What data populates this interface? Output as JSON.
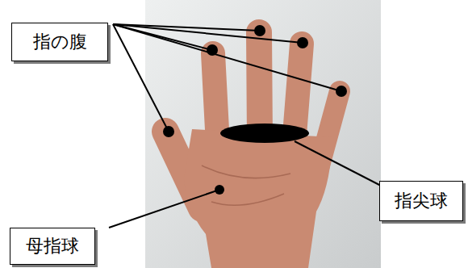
{
  "diagram": {
    "nodes": [
      {
        "text": [
          "指の腹"
        ]
      },
      {
        "text": [
          "指尖球"
        ]
      },
      {
        "text": [
          "母指球"
        ]
      }
    ]
  }
}
